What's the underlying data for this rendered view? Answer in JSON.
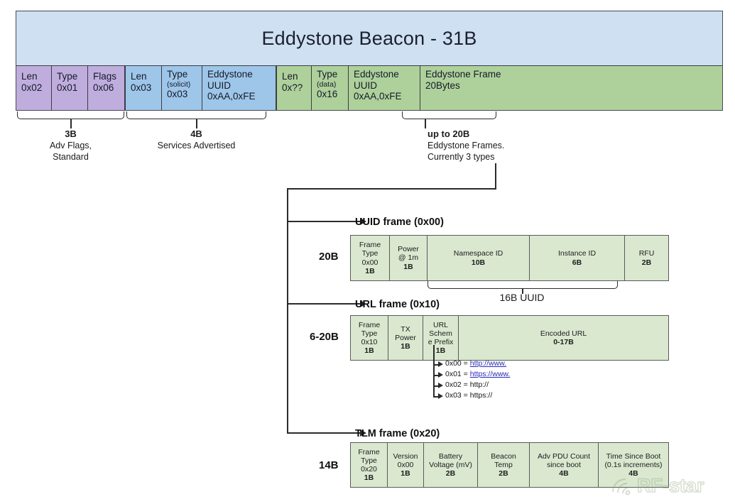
{
  "packet": {
    "title": "Eddystone Beacon - 31B",
    "fields": [
      {
        "group": "flags",
        "color": "#bfaedd",
        "lines": [
          "Len",
          "0x02"
        ],
        "small": []
      },
      {
        "group": "flags",
        "color": "#bfaedd",
        "lines": [
          "Type",
          "0x01"
        ],
        "small": []
      },
      {
        "group": "flags",
        "color": "#bfaedd",
        "lines": [
          "Flags",
          "0x06"
        ],
        "small": []
      },
      {
        "group": "svc",
        "color": "#9ec6e8",
        "lines": [
          "Len",
          "0x03"
        ],
        "small": []
      },
      {
        "group": "svc",
        "color": "#9ec6e8",
        "lines": [
          "Type",
          "0x03"
        ],
        "small": [
          "(solicit)"
        ]
      },
      {
        "group": "svc",
        "color": "#9ec6e8",
        "lines": [
          "Eddystone",
          "UUID",
          "0xAA,0xFE"
        ],
        "small": []
      },
      {
        "group": "data",
        "color": "#aed19b",
        "lines": [
          "Len",
          "0x??"
        ],
        "small": []
      },
      {
        "group": "data",
        "color": "#aed19b",
        "lines": [
          "Type",
          "0x16"
        ],
        "small": [
          "(data)"
        ]
      },
      {
        "group": "data",
        "color": "#aed19b",
        "lines": [
          "Eddystone",
          "UUID",
          "0xAA,0xFE"
        ],
        "small": []
      },
      {
        "group": "data",
        "color": "#aed19b",
        "lines": [
          "Eddystone Frame",
          "20Bytes"
        ],
        "small": []
      }
    ],
    "field_cells": {
      "c0": {
        "l1": "Len",
        "l2": "0x02"
      },
      "c1": {
        "l1": "Type",
        "l2": "0x01"
      },
      "c2": {
        "l1": "Flags",
        "l2": "0x06"
      },
      "c3": {
        "l1": "Len",
        "l2": "0x03"
      },
      "c4": {
        "l1": "Type",
        "sm": "(solicit)",
        "l2": "0x03"
      },
      "c5": {
        "l1": "Eddystone",
        "l2": "UUID",
        "l3": "0xAA,0xFE"
      },
      "c6": {
        "l1": "Len",
        "l2": "0x??"
      },
      "c7": {
        "l1": "Type",
        "sm": "(data)",
        "l2": "0x16"
      },
      "c8": {
        "l1": "Eddystone",
        "l2": "UUID",
        "l3": "0xAA,0xFE"
      },
      "c9": {
        "l1": "Eddystone Frame",
        "l2": "20Bytes"
      }
    }
  },
  "annotations": {
    "flags": {
      "size": "3B",
      "line1": "Adv Flags,",
      "line2": "Standard"
    },
    "services": {
      "size": "4B",
      "line1": "Services Advertised"
    },
    "frames": {
      "size": "up to 20B",
      "line1": "Eddystone Frames.",
      "line2": "Currently 3 types"
    }
  },
  "frames": [
    {
      "id": "uuid",
      "title": "UUID frame (0x00)",
      "size": "20B",
      "cells": [
        {
          "lines": [
            "Frame",
            "Type",
            "0x00"
          ],
          "bytes": "1B"
        },
        {
          "lines": [
            "Power",
            "@ 1m"
          ],
          "bytes": "1B"
        },
        {
          "lines": [
            "Namespace ID"
          ],
          "bytes": "10B"
        },
        {
          "lines": [
            "Instance ID"
          ],
          "bytes": "6B"
        },
        {
          "lines": [
            "RFU"
          ],
          "bytes": "2B"
        }
      ],
      "sub_bracket_label": "16B UUID"
    },
    {
      "id": "url",
      "title": "URL frame (0x10)",
      "size": "6-20B",
      "cells": [
        {
          "lines": [
            "Frame",
            "Type",
            "0x10"
          ],
          "bytes": "1B"
        },
        {
          "lines": [
            "TX",
            "Power"
          ],
          "bytes": "1B"
        },
        {
          "lines": [
            "URL",
            "Schem",
            "e Prefix"
          ],
          "bytes": "1B"
        },
        {
          "lines": [
            "Encoded URL"
          ],
          "bytes": "0-17B"
        }
      ],
      "prefixes": [
        {
          "code": "0x00 = ",
          "value": "http://www.",
          "link": true
        },
        {
          "code": "0x01 = ",
          "value": "https://www.",
          "link": true
        },
        {
          "code": "0x02 = ",
          "value": "http://",
          "link": false
        },
        {
          "code": "0x03 = ",
          "value": "https://",
          "link": false
        }
      ]
    },
    {
      "id": "tlm",
      "title": "TLM frame (0x20)",
      "size": "14B",
      "cells": [
        {
          "lines": [
            "Frame",
            "Type",
            "0x20"
          ],
          "bytes": "1B"
        },
        {
          "lines": [
            "Version",
            "0x00"
          ],
          "bytes": "1B"
        },
        {
          "lines": [
            "Battery",
            "Voltage (mV)"
          ],
          "bytes": "2B"
        },
        {
          "lines": [
            "Beacon",
            "Temp"
          ],
          "bytes": "2B"
        },
        {
          "lines": [
            "Adv PDU Count",
            "since boot"
          ],
          "bytes": "4B"
        },
        {
          "lines": [
            "Time Since Boot",
            "(0.1s increments)"
          ],
          "bytes": "4B"
        }
      ]
    }
  ],
  "uuid_frame": {
    "title": "UUID frame (0x00)",
    "size": "20B",
    "c0": {
      "l1": "Frame",
      "l2": "Type",
      "l3": "0x00",
      "b": "1B"
    },
    "c1": {
      "l1": "Power",
      "l2": "@ 1m",
      "b": "1B"
    },
    "c2": {
      "l1": "Namespace ID",
      "b": "10B"
    },
    "c3": {
      "l1": "Instance ID",
      "b": "6B"
    },
    "c4": {
      "l1": "RFU",
      "b": "2B"
    },
    "bracket": "16B UUID"
  },
  "url_frame": {
    "title": "URL frame (0x10)",
    "size": "6-20B",
    "c0": {
      "l1": "Frame",
      "l2": "Type",
      "l3": "0x10",
      "b": "1B"
    },
    "c1": {
      "l1": "TX",
      "l2": "Power",
      "b": "1B"
    },
    "c2": {
      "l1": "URL",
      "l2": "Schem",
      "l3": "e Prefix",
      "b": "1B"
    },
    "c3": {
      "l1": "Encoded URL",
      "b": "0-17B"
    },
    "p0c": "0x00 = ",
    "p0v": "http://www.",
    "p1c": "0x01 = ",
    "p1v": "https://www.",
    "p2c": "0x02 = ",
    "p2v": "http://",
    "p3c": "0x03 = ",
    "p3v": "https://"
  },
  "tlm_frame": {
    "title": "TLM frame (0x20)",
    "size": "14B",
    "c0": {
      "l1": "Frame",
      "l2": "Type",
      "l3": "0x20",
      "b": "1B"
    },
    "c1": {
      "l1": "Version",
      "l2": "0x00",
      "b": "1B"
    },
    "c2": {
      "l1": "Battery",
      "l2": "Voltage (mV)",
      "b": "2B"
    },
    "c3": {
      "l1": "Beacon",
      "l2": "Temp",
      "b": "2B"
    },
    "c4": {
      "l1": "Adv PDU Count",
      "l2": "since boot",
      "b": "4B"
    },
    "c5": {
      "l1": "Time Since Boot",
      "l2": "(0.1s increments)",
      "b": "4B"
    }
  },
  "watermark": {
    "text": "RF-star"
  },
  "colors": {
    "title_band": "#cfe0f2",
    "flags_group": "#bfaedd",
    "services_group": "#9ec6e8",
    "data_group": "#aed19b",
    "frame_box": "#dae8d0",
    "link": "#2a2ab8",
    "stroke": "#2b2b2b"
  }
}
